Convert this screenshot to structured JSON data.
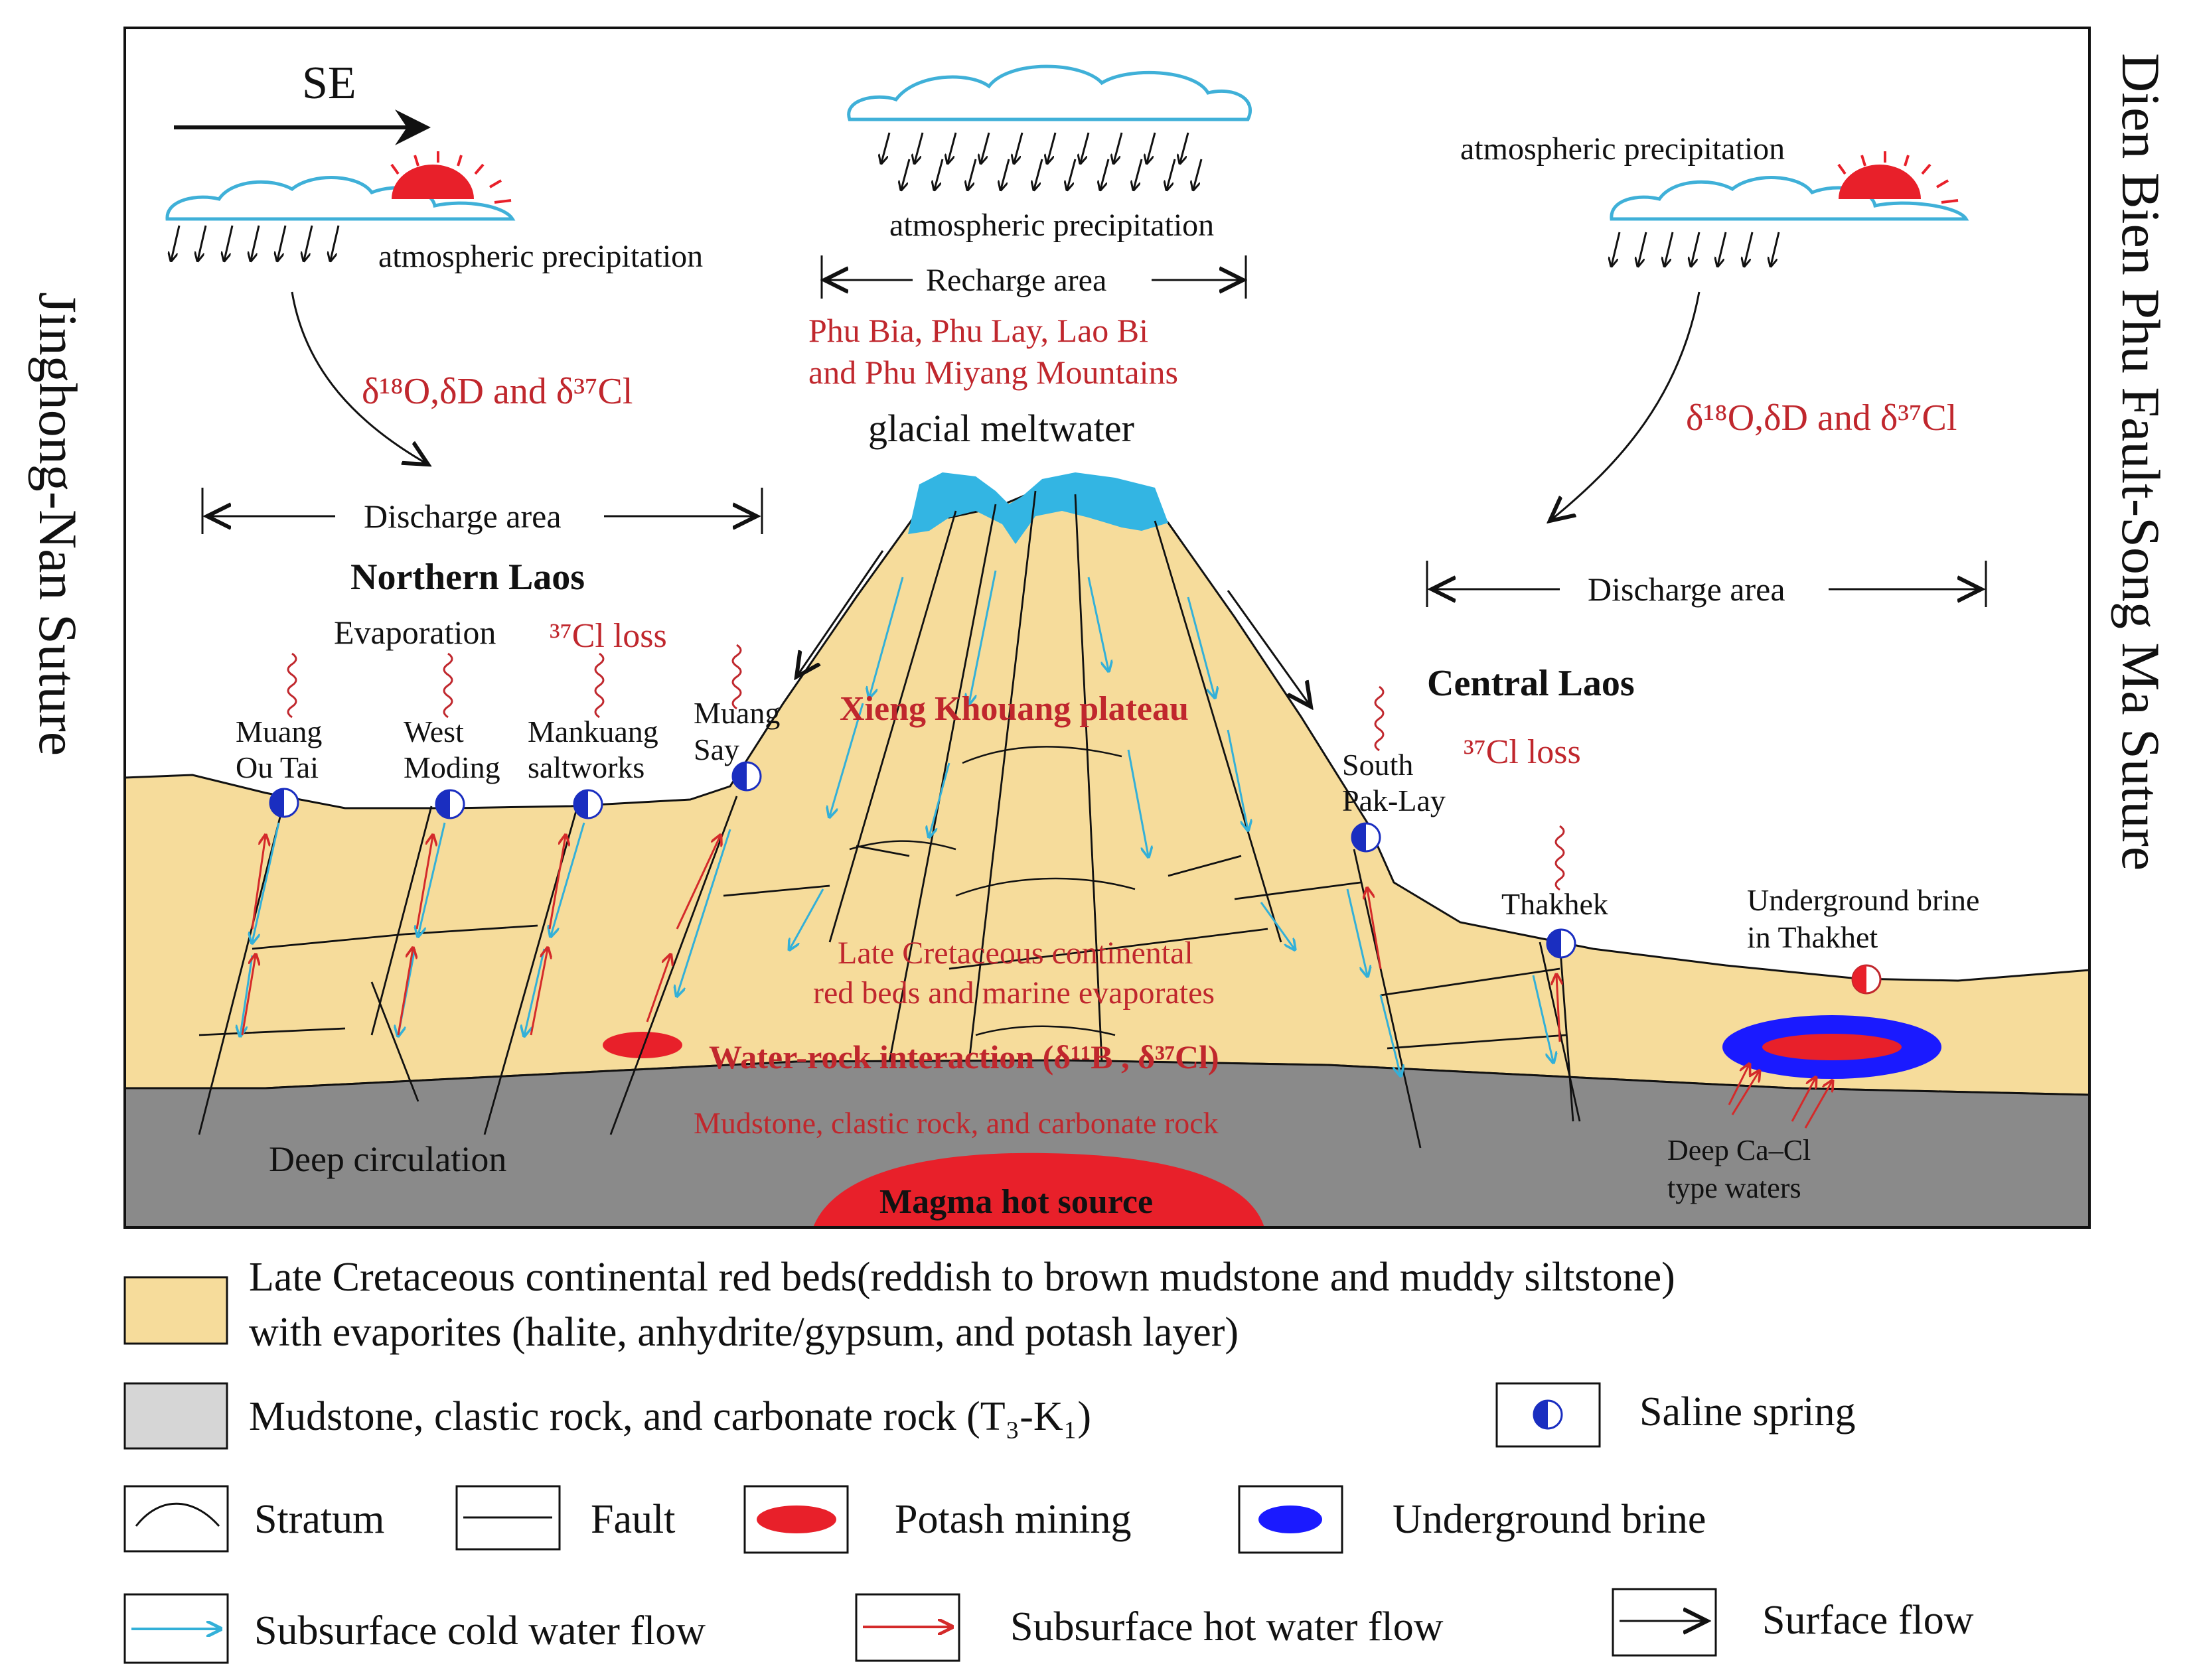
{
  "direction": {
    "label": "SE"
  },
  "precipitation": {
    "left": "atmospheric precipitation",
    "center": "atmospheric precipitation",
    "right": "atmospheric precipitation"
  },
  "isotopes": {
    "left": "δ¹⁸O,δD and δ³⁷Cl",
    "right": "δ¹⁸O,δD and δ³⁷Cl"
  },
  "recharge": {
    "label": "Recharge area",
    "mountains_line1": "Phu Bia, Phu Lay, Lao Bi",
    "mountains_line2": "and Phu Miyang Mountains",
    "meltwater": "glacial meltwater"
  },
  "discharge": {
    "left": "Discharge area",
    "right": "Discharge area"
  },
  "regions": {
    "north": "Northern Laos",
    "central": "Central Laos",
    "evaporation": "Evaporation",
    "cl_loss_north": "³⁷Cl loss",
    "cl_loss_central": "³⁷Cl loss",
    "plateau": "Xieng Khouang plateau"
  },
  "springs": {
    "muang_ou_tai": [
      "Muang",
      "Ou Tai"
    ],
    "west_moding": [
      "West",
      "Moding"
    ],
    "mankuang": [
      "Mankuang",
      "saltworks"
    ],
    "muang_say": [
      "Muang",
      "Say"
    ],
    "south_pak_lay": [
      "South",
      "Pak-Lay"
    ],
    "thakhek": "Thakhek",
    "brine_thakhet": [
      "Underground brine",
      "in Thakhet"
    ]
  },
  "subsurface": {
    "late_cretaceous_line1": "Late Cretaceous continental",
    "late_cretaceous_line2": "red beds and marine evaporates",
    "water_rock": "Water-rock interaction (δ¹¹B , δ³⁷Cl)",
    "mudstone": "Mudstone, clastic rock, and carbonate rock",
    "deep_circulation": "Deep circulation",
    "deep_waters_line1": "Deep Ca–Cl",
    "deep_waters_line2": "type waters",
    "magma": "Magma hot source"
  },
  "sutures": {
    "left": "Jinghong-Nan Suture",
    "right": "Dien Bien Phu Fault-Song Ma Suture"
  },
  "legend": {
    "red_beds_line1": "Late Cretaceous continental red beds(reddish to brown mudstone and muddy siltstone)",
    "red_beds_line2": "with evaporites (halite, anhydrite/gypsum, and potash layer)",
    "mudstone": "Mudstone, clastic rock, and  carbonate rock (T₃-K₁)",
    "saline_spring": "Saline spring",
    "stratum": "Stratum",
    "fault": "Fault",
    "potash": "Potash mining",
    "brine": "Underground brine",
    "cold_flow": "Subsurface cold water flow",
    "hot_flow": "Subsurface hot water flow",
    "surface_flow": "Surface flow"
  },
  "colors": {
    "red_beds": "#f6dc9b",
    "basement": "#8a8a8a",
    "legend_grey": "#d6d6d6",
    "cloud": "#3fb0d8",
    "glacier": "#33b5e3",
    "label_red": "#c0272d",
    "potash": "#e8202a",
    "brine": "#1a1aff",
    "spring_blue": "#1a2ec0",
    "cold_arrow": "#33b0d8",
    "hot_arrow": "#d42a2a",
    "magma": "#e8202a"
  }
}
